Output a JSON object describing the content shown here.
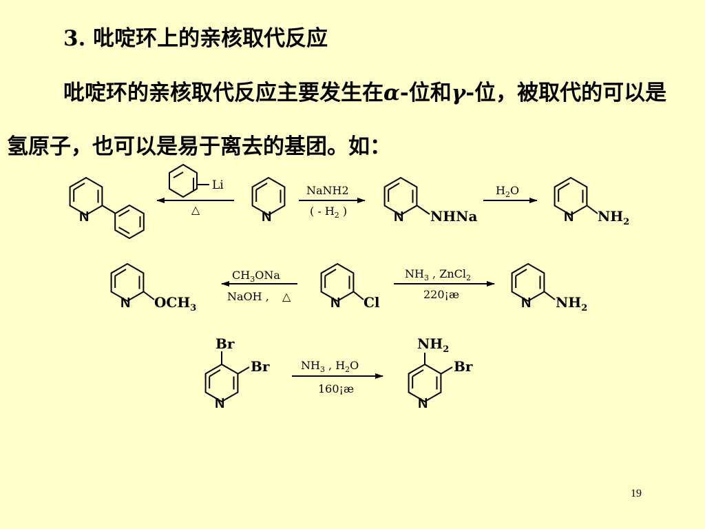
{
  "slide": {
    "heading": "3. 吡啶环上的亲核取代反应",
    "para_part1": "吡啶环的亲核取代反应主要发生在",
    "alpha": "α",
    "para_part2": "-位和",
    "gamma": "γ",
    "para_part3": "-位，被取代的可以是氢原子，也可以是易于离去的基团。如：",
    "page_number": "19"
  },
  "scheme": {
    "ring_N": "N",
    "phenyllithium_li": "Li",
    "heat_symbol": "△",
    "nanh2": "NaNH2",
    "minus_h2": "( - H",
    "minus_h2_sub": "2",
    "minus_h2_close": " )",
    "h2o_h": "H",
    "h2o_sub": "2",
    "h2o_o": "O",
    "nhna": "NHNa",
    "nh2_nh": "NH",
    "nh2_sub": "2",
    "och3": "OCH",
    "och3_sub": "3",
    "ch3ona_a": "CH",
    "ch3ona_sub": "3",
    "ch3ona_b": "ONa",
    "naoh": "NaOH ,",
    "cl": "Cl",
    "nh3_a": "NH",
    "nh3_sub": "3",
    "zncl2_a": " , ZnCl",
    "zncl2_sub": "2",
    "temp1": "220¡æ",
    "br": "Br",
    "nh3_h2o_a": " , H",
    "nh3_h2o_sub": "2",
    "nh3_h2o_b": "O",
    "temp2": "160¡æ"
  }
}
